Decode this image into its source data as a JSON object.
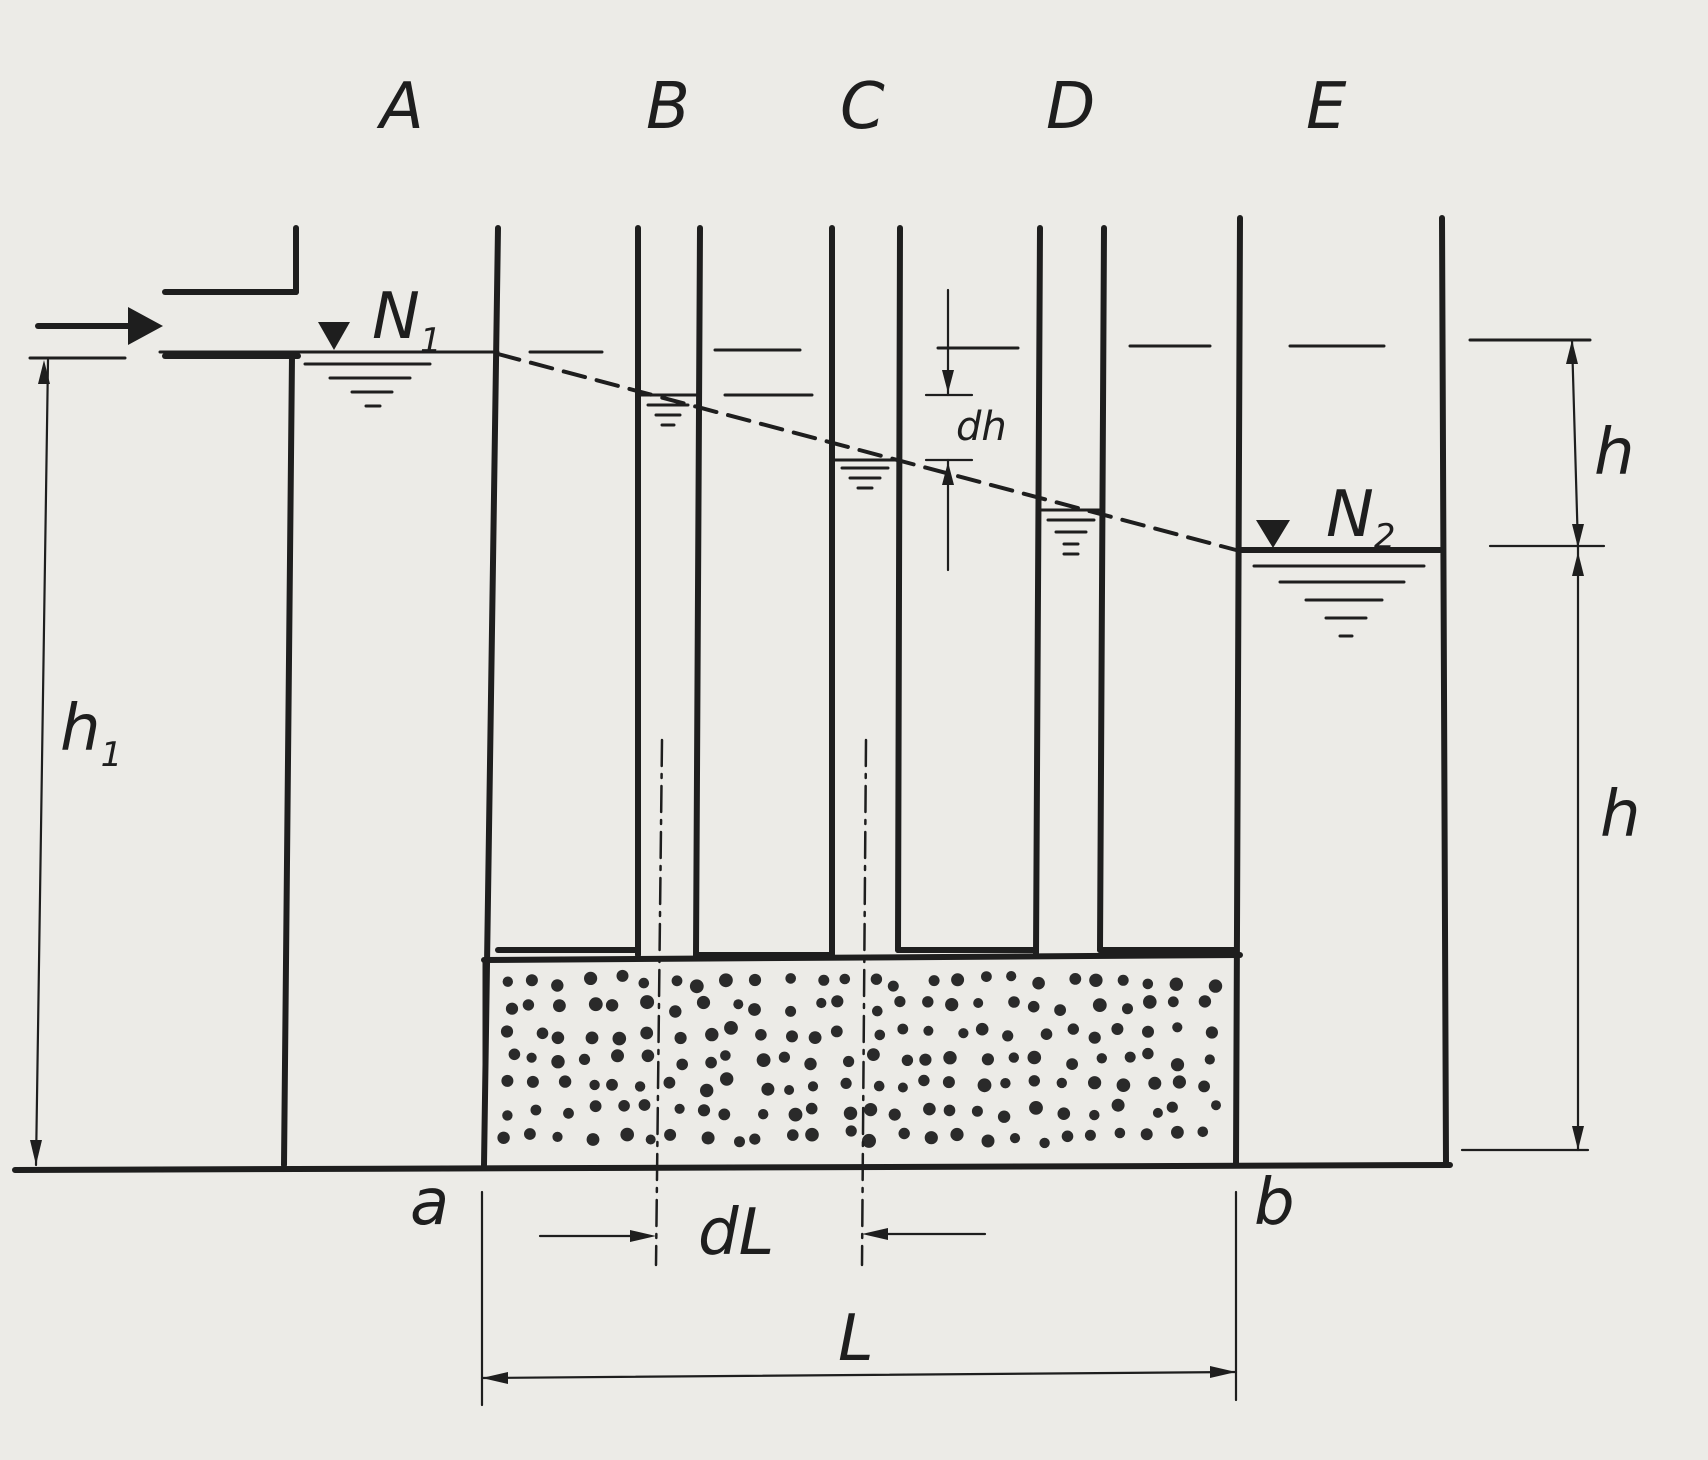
{
  "labels": {
    "A": "A",
    "B": "B",
    "C": "C",
    "D": "D",
    "E": "E",
    "N1": "N",
    "N1_sub": "1",
    "N2": "N",
    "N2_sub": "2",
    "h": "h",
    "h1": "h",
    "h1_sub": "1",
    "h2": "h",
    "dh": "dh",
    "a": "a",
    "b": "b",
    "dL": "dL",
    "L": "L"
  },
  "colors": {
    "ink": "#1e1e1e",
    "paper": "#ecebe7"
  },
  "icons": [
    "flow-arrow-icon",
    "water-level-triangle-icon"
  ]
}
